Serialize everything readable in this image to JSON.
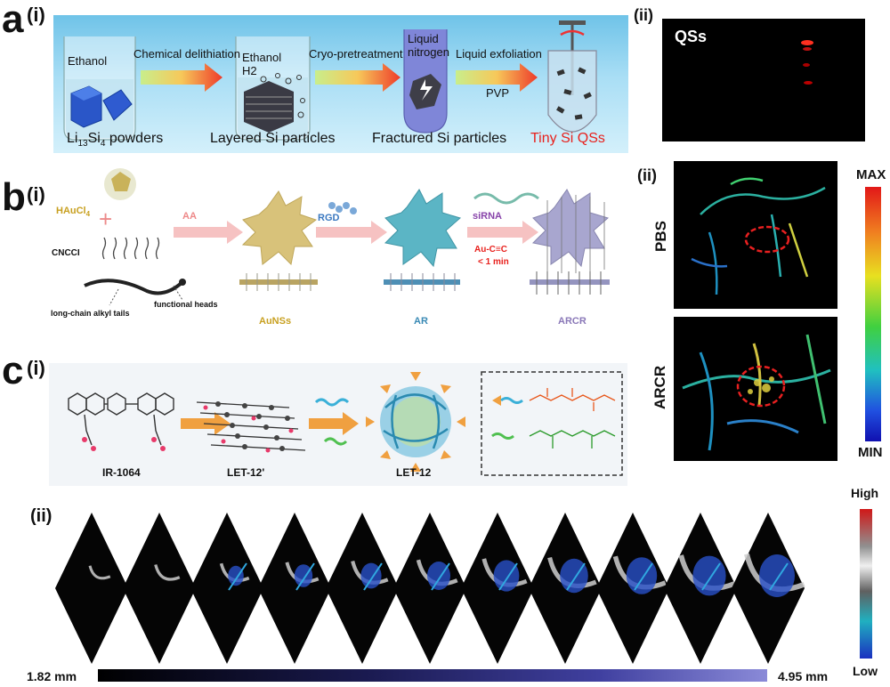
{
  "panel_a": {
    "letter": "a",
    "sub_i": "(i)",
    "sub_ii": "(ii)",
    "steps": [
      "Chemical delithiation",
      "Cryo-pretreatment",
      "Liquid exfoliation"
    ],
    "beaker1_label": "Ethanol",
    "beaker2_label1": "Ethanol",
    "beaker2_label2": "H2",
    "tube_label1": "Liquid",
    "tube_label2": "nitrogen",
    "pvp": "PVP",
    "stage_labels": [
      "Layered Si particles",
      "Fractured Si particles",
      "Tiny Si QSs"
    ],
    "powders_prefix": "Li",
    "powders_sub1": "13",
    "powders_mid": "Si",
    "powders_sub2": "4",
    "powders_suffix": " powders",
    "image_label": "QSs"
  },
  "panel_b": {
    "letter": "b",
    "sub_i": "(i)",
    "sub_ii": "(ii)",
    "hau_prefix": "HAuCl",
    "hau_sub": "4",
    "cncci": "CNCCI",
    "tail_label": "long-chain alkyl tails",
    "head_label": "functional heads",
    "aa": "AA",
    "rgd": "RGD",
    "sirna": "siRNA",
    "au_cec": "Au-C≡C",
    "time": "< 1 min",
    "products": [
      "AuNSs",
      "AR",
      "ARCR"
    ],
    "rows": [
      "PBS",
      "ARCR"
    ],
    "scale_max": "MAX",
    "scale_min": "MIN"
  },
  "panel_c": {
    "letter": "c",
    "sub_i": "(i)",
    "sub_ii": "(ii)",
    "compounds": [
      "IR-1064",
      "LET-12'",
      "LET-12"
    ],
    "scale_high": "High",
    "scale_low": "Low",
    "depth_start": "1.82 mm",
    "depth_end": "4.95 mm",
    "frames": 11
  },
  "colors": {
    "accent_red": "#e8211d",
    "arrow_orange": "#f0a040",
    "gold": "#d8c27a",
    "teal": "#5bb5c5",
    "lavender": "#a8a6cf"
  }
}
